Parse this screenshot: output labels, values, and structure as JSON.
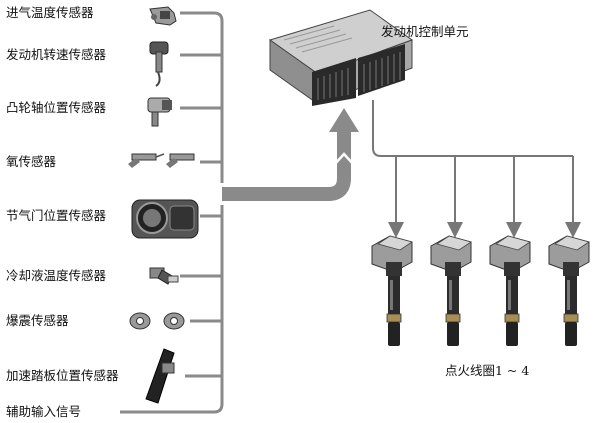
{
  "sensors": [
    {
      "label": "进气温度传感器",
      "icon": "intake-temp-sensor-icon"
    },
    {
      "label": "发动机转速传感器",
      "icon": "engine-speed-sensor-icon"
    },
    {
      "label": "凸轮轴位置传感器",
      "icon": "camshaft-sensor-icon"
    },
    {
      "label": "氧传感器",
      "icon": "oxygen-sensor-icon"
    },
    {
      "label": "节气门位置传感器",
      "icon": "throttle-sensor-icon"
    },
    {
      "label": "冷却液温度传感器",
      "icon": "coolant-temp-sensor-icon"
    },
    {
      "label": "爆震传感器",
      "icon": "knock-sensor-icon"
    },
    {
      "label": "加速踏板位置传感器",
      "icon": "accelerator-pedal-sensor-icon"
    },
    {
      "label": "辅助输入信号",
      "icon": ""
    }
  ],
  "ecu": {
    "label": "发动机控制单元",
    "icon": "ecu-module-icon"
  },
  "coils": {
    "label": "点火线圈1 ~ 4",
    "count": 4,
    "icon": "ignition-coil-icon"
  },
  "colors": {
    "line": "#888888",
    "dark": "#444444",
    "light": "#bbbbbb"
  }
}
